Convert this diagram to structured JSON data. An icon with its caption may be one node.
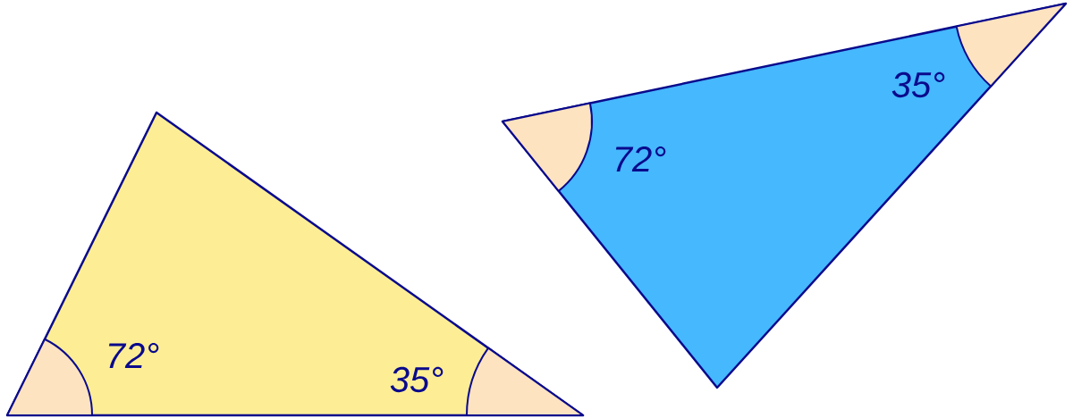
{
  "diagram": {
    "labels": [
      "35°",
      "72°",
      "72°",
      "35°"
    ]
  }
}
